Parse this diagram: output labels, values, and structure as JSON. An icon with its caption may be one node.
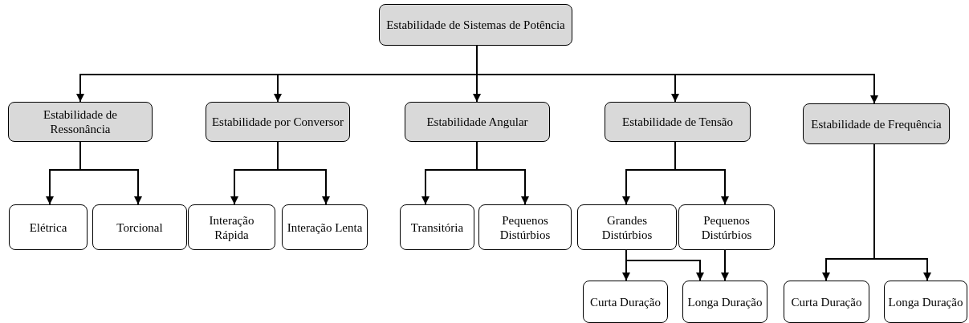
{
  "diagram": {
    "nodes": [
      {
        "text": [
          "Estabilidade de Sistemas de Potência"
        ]
      },
      {
        "text": [
          "Estabilidade de Ressonância"
        ]
      },
      {
        "text": [
          "Estabilidade por Conversor"
        ]
      },
      {
        "text": [
          "Estabilidade Angular"
        ]
      },
      {
        "text": [
          "Estabilidade de Tensão"
        ]
      },
      {
        "text": [
          "Estabilidade de Frequência"
        ]
      },
      {
        "text": [
          "Elétrica"
        ]
      },
      {
        "text": [
          "Torcional"
        ]
      },
      {
        "text": [
          "Interação Rápida"
        ]
      },
      {
        "text": [
          "Interação Lenta"
        ]
      },
      {
        "text": [
          "Transitória"
        ]
      },
      {
        "text": [
          "Pequenos Distúrbios"
        ]
      },
      {
        "text": [
          "Grandes Distúrbios"
        ]
      },
      {
        "text": [
          "Pequenos Distúrbios"
        ]
      },
      {
        "text": [
          "Curta Duração"
        ]
      },
      {
        "text": [
          "Longa Duração"
        ]
      },
      {
        "text": [
          "Curta Duração"
        ]
      },
      {
        "text": [
          "Longa Duração"
        ]
      }
    ],
    "edges": [
      {
        "from": 0,
        "to": 1,
        "arrow": "to"
      },
      {
        "from": 0,
        "to": 2,
        "arrow": "to"
      },
      {
        "from": 0,
        "to": 3,
        "arrow": "to"
      },
      {
        "from": 0,
        "to": 4,
        "arrow": "to"
      },
      {
        "from": 0,
        "to": 5,
        "arrow": "to"
      },
      {
        "from": 1,
        "to": 6,
        "arrow": "to"
      },
      {
        "from": 1,
        "to": 7,
        "arrow": "to"
      },
      {
        "from": 2,
        "to": 8,
        "arrow": "to"
      },
      {
        "from": 2,
        "to": 9,
        "arrow": "to"
      },
      {
        "from": 3,
        "to": 10,
        "arrow": "to"
      },
      {
        "from": 3,
        "to": 11,
        "arrow": "to"
      },
      {
        "from": 4,
        "to": 12,
        "arrow": "to"
      },
      {
        "from": 4,
        "to": 13,
        "arrow": "to"
      },
      {
        "from": 12,
        "to": 14,
        "arrow": "to"
      },
      {
        "from": 12,
        "to": 15,
        "arrow": "to"
      },
      {
        "from": 13,
        "to": 15,
        "arrow": "to"
      },
      {
        "from": 5,
        "to": 16,
        "arrow": "to"
      },
      {
        "from": 5,
        "to": 17,
        "arrow": "to"
      }
    ]
  }
}
